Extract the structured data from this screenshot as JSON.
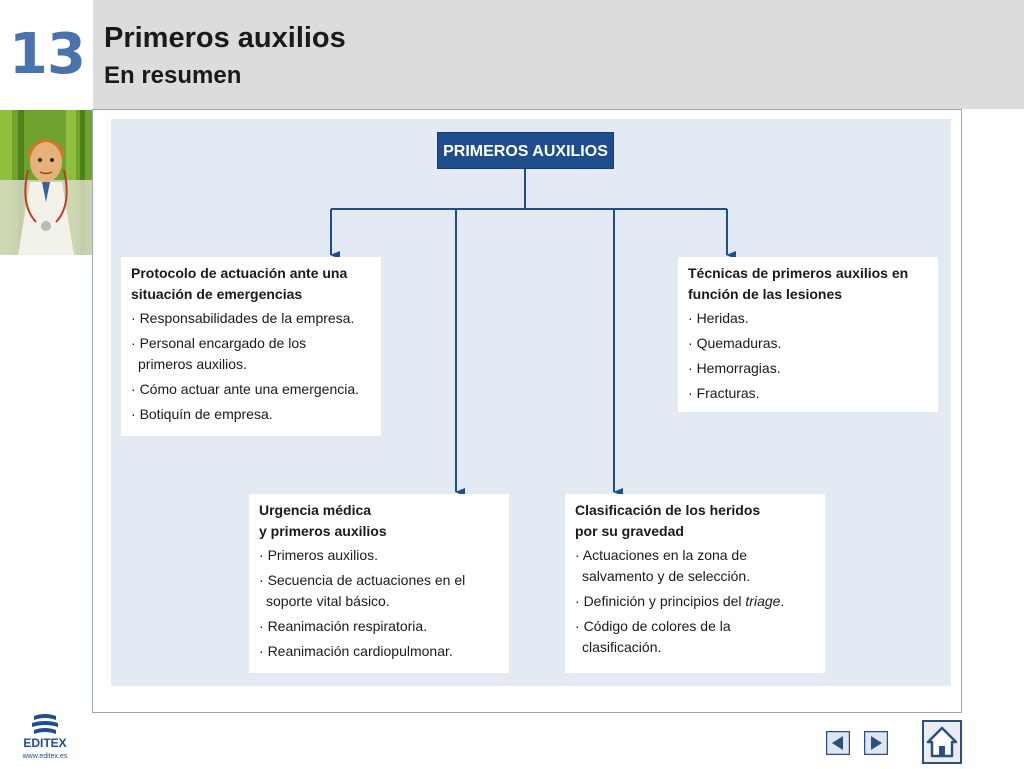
{
  "header": {
    "chapter_number": "13",
    "title": "Primeros auxilios",
    "subtitle": "En resumen"
  },
  "diagram": {
    "root": "PRIMEROS AUXILIOS",
    "boxes": [
      {
        "title_lines": [
          "Protocolo de actuación ante una",
          "situación de emergencias"
        ],
        "items": [
          "Responsabilidades de la empresa.",
          "Personal encargado de los primeros auxilios.",
          "Cómo actuar ante una emergencia.",
          "Botiquín de empresa."
        ]
      },
      {
        "title_lines": [
          "Técnicas de primeros auxilios en",
          "función de las lesiones"
        ],
        "items": [
          "Heridas.",
          "Quemaduras.",
          "Hemorragias.",
          "Fracturas."
        ]
      },
      {
        "title_lines": [
          "Urgencia médica",
          "y primeros auxilios"
        ],
        "items": [
          "Primeros auxilios.",
          "Secuencia de actuaciones en el soporte vital básico.",
          "Reanimación respiratoria.",
          "Reanimación cardiopulmonar."
        ]
      },
      {
        "title_lines": [
          "Clasificación de los heridos",
          "por su gravedad"
        ],
        "items": [
          "Actuaciones en la zona de salvamento y de selección.",
          "Definición y principios del triage.",
          "Código de colores de la clasificación."
        ]
      }
    ]
  },
  "footer": {
    "logo_text": "EDITEX",
    "logo_url_text": "www.editex.es"
  },
  "colors": {
    "accent": "#1f4e8c",
    "panel": "#e3eaf4",
    "header_band": "#dcdcdc",
    "chapter_number": "#4a73ad"
  }
}
